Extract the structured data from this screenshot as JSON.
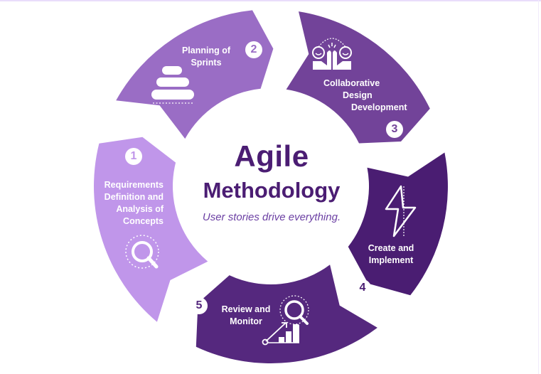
{
  "title": {
    "line1": "Agile",
    "line2": "Methodology",
    "subtitle": "User stories drive everything."
  },
  "steps": [
    {
      "number": "1",
      "label_lines": [
        "Requirements",
        "Definition and",
        "Analysis of",
        "Concepts"
      ],
      "icon": "magnifier-icon",
      "color": "#c096ea"
    },
    {
      "number": "2",
      "label_lines": [
        "Planning of",
        "Sprints"
      ],
      "icon": "stacked-bars-icon",
      "color": "#9a6dc5"
    },
    {
      "number": "3",
      "label_lines": [
        "Collaborative",
        "Design",
        "Development"
      ],
      "icon": "high-five-icon",
      "color": "#724399"
    },
    {
      "number": "4",
      "label_lines": [
        "Create and",
        "Implement"
      ],
      "icon": "lightning-icon",
      "color": "#4a1d72"
    },
    {
      "number": "5",
      "label_lines": [
        "Review and",
        "Monitor"
      ],
      "icon": "growth-chart-magnifier-icon",
      "color": "#55287e"
    }
  ]
}
